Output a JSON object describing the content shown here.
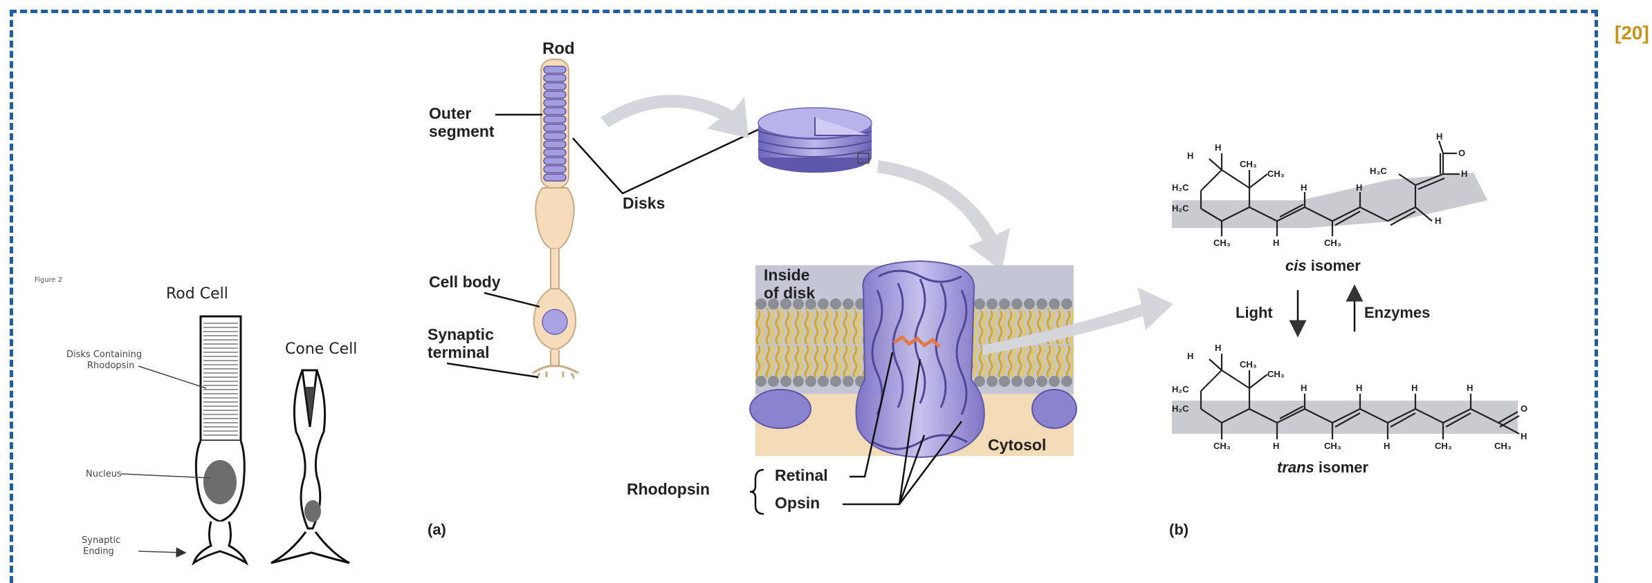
{
  "reference": "[20]",
  "left_figure": {
    "caption": "Figure 2",
    "rod_title": "Rod Cell",
    "cone_title": "Cone Cell",
    "label_disks": [
      "Disks Containing",
      "Rhodopsin"
    ],
    "label_nucleus": "Nucleus",
    "label_synaptic": [
      "Synaptic",
      "Ending"
    ]
  },
  "panel_a": {
    "rod_title": "Rod",
    "outer_segment": [
      "Outer",
      "segment"
    ],
    "disks": "Disks",
    "cell_body": "Cell body",
    "synaptic_terminal": [
      "Synaptic",
      "terminal"
    ],
    "inside_disk": [
      "Inside",
      "of disk"
    ],
    "cytosol": "Cytosol",
    "rhodopsin": "Rhodopsin",
    "retinal": "Retinal",
    "opsin": "Opsin",
    "panel_label": "(a)"
  },
  "panel_b": {
    "cis_italic": "cis",
    "cis_rest": " isomer",
    "trans_italic": "trans",
    "trans_rest": " isomer",
    "light": "Light",
    "enzymes": "Enzymes",
    "panel_label": "(b)",
    "cis_atoms": {
      "h_top1": "H",
      "h_top2": "H",
      "ch3_a": "CH₃",
      "ch3_b": "CH₃",
      "h2c_a": "H₂C",
      "h2c_b": "H₂C",
      "ch3_bot1": "CH₃",
      "h_bot1": "H",
      "ch3_bot2": "CH₃",
      "h_r1": "H",
      "h_r2": "H",
      "h3c": "H₃C",
      "h_ald": "H",
      "o_ald": "O",
      "h_end": "H",
      "h_side": "H"
    },
    "trans_atoms": {
      "h_top1": "H",
      "h_top2": "H",
      "ch3_a": "CH₃",
      "ch3_b": "CH₃",
      "h2c_a": "H₂C",
      "h2c_b": "H₂C",
      "ch3_bot1": "CH₃",
      "h_bot1": "H",
      "ch3_bot2": "CH₃",
      "h_bot2": "H",
      "ch3_bot3": "CH₃",
      "ch3_bot4": "CH₃",
      "o": "O",
      "h_o": "H",
      "h_t1": "H",
      "h_t2": "H",
      "h_t3": "H",
      "h_t4": "H"
    }
  },
  "colors": {
    "frame": "#1f5fa0",
    "reference": "#c8921a",
    "disk": "#9d97d6",
    "rod_body": "#f6dcbb",
    "membrane_yellow": "#e8c23a",
    "membrane_grey": "#b9bbbf",
    "highlight": "#c9cbd0"
  }
}
